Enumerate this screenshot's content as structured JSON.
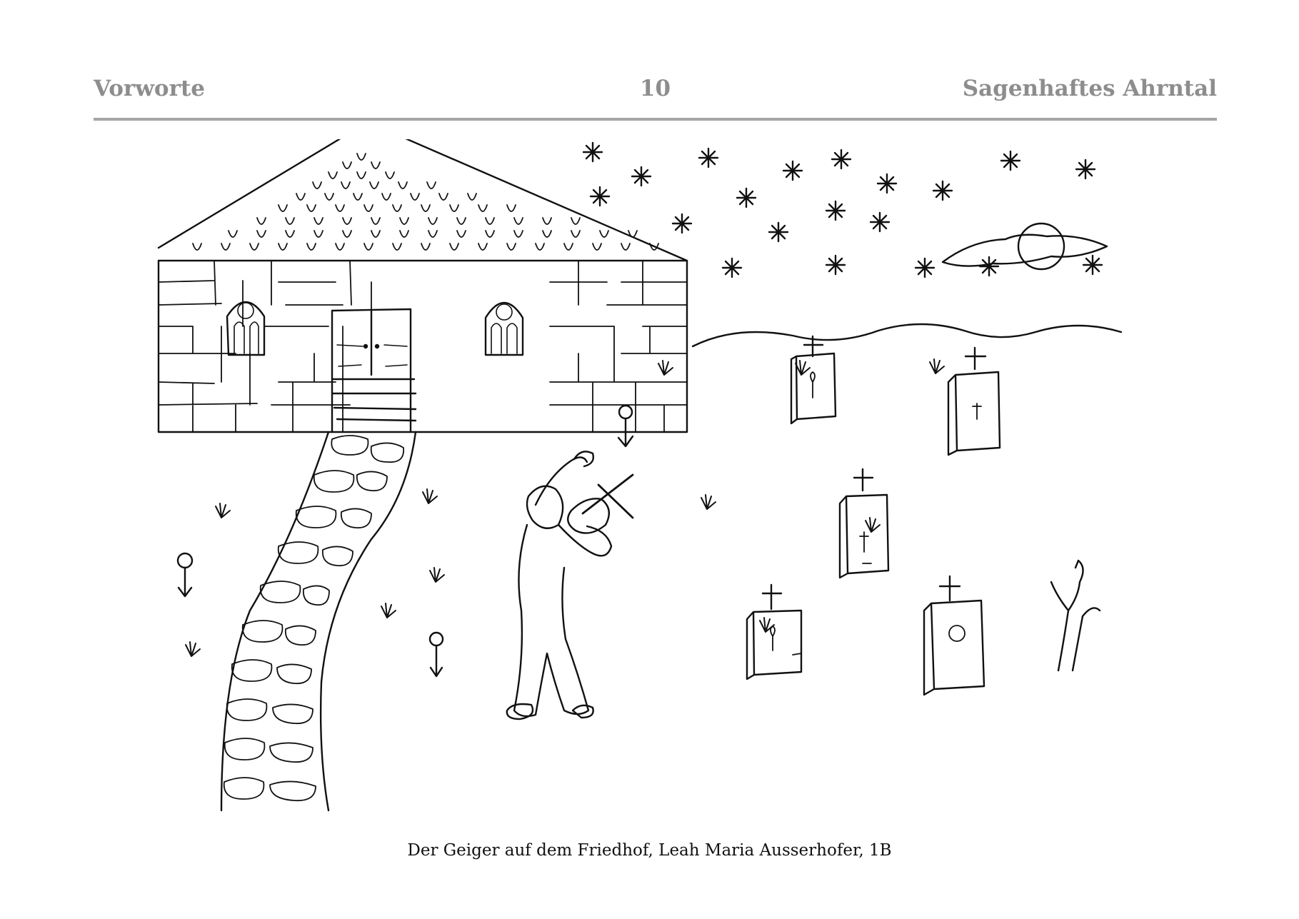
{
  "header": {
    "left": "Vorworte",
    "page_number": "10",
    "right": "Sagenhaftes Ahrntal"
  },
  "illustration": {
    "subject": "Der Geiger auf dem Friedhof"
  },
  "caption": "Der Geiger auf dem Friedhof, Leah Maria Ausserhofer, 1B",
  "colors": {
    "header_text": "#8d8d8d",
    "rule": "#a5a5a5",
    "ink": "#111111",
    "paper": "#ffffff"
  }
}
